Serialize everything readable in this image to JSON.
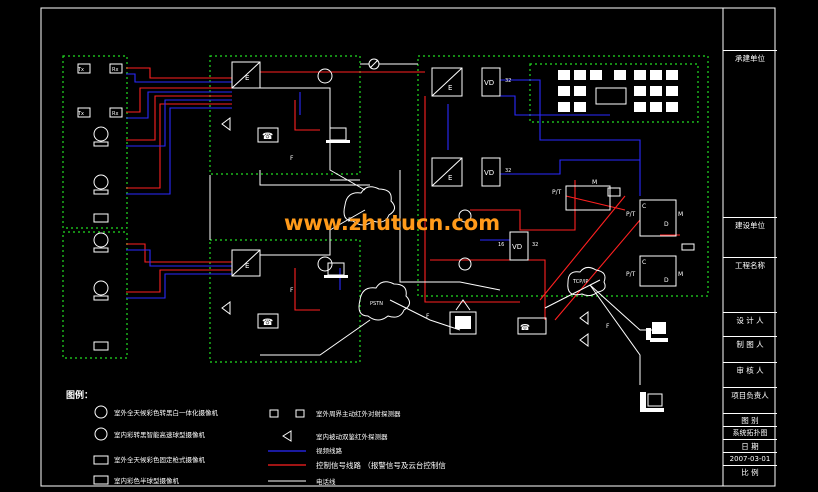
{
  "title_block": {
    "construction_unit": "承建单位",
    "owner_unit": "建设单位",
    "project_name": "工程名称",
    "designer": "设 计 人",
    "drafter": "制 图 人",
    "reviewer": "审 核 人",
    "project_lead": "项目负责人",
    "drawing_category": "图    别",
    "drawing_type": "系统拓扑图",
    "date_label": "日    期",
    "date_value": "2007-03-01",
    "scale_label": "比    例"
  },
  "diagram": {
    "pstn_label": "PSTN",
    "tcpip_label": "TCP/IP",
    "e_label": "E",
    "vd_label": "VD",
    "pt_label": "P/T",
    "m_label": "M",
    "f_label": "F",
    "d_label": "D",
    "c_label": "C",
    "tx_label": "Tx",
    "rx_label": "Rx",
    "num_16": "16",
    "num_32": "32"
  },
  "legend": {
    "title": "图例：",
    "items": [
      "室外全天候彩色转黑白一体化摄像机",
      "室内彩转黑智能高速球型摄像机",
      "室外全天候彩色固定枪式摄像机",
      "室内彩色半球型摄像机",
      "室外周界主动红外对射探测器",
      "室内被动双鉴红外探测器",
      "视频线路",
      "控制信号线路 （报警信号及云台控制信",
      "电话线"
    ]
  },
  "watermark": "www.zhutucn.com",
  "colors": {
    "green": "#22dd22",
    "red": "#ff2020",
    "blue": "#2a2aff",
    "white": "#ffffff",
    "orange": "#ff9a1a"
  }
}
